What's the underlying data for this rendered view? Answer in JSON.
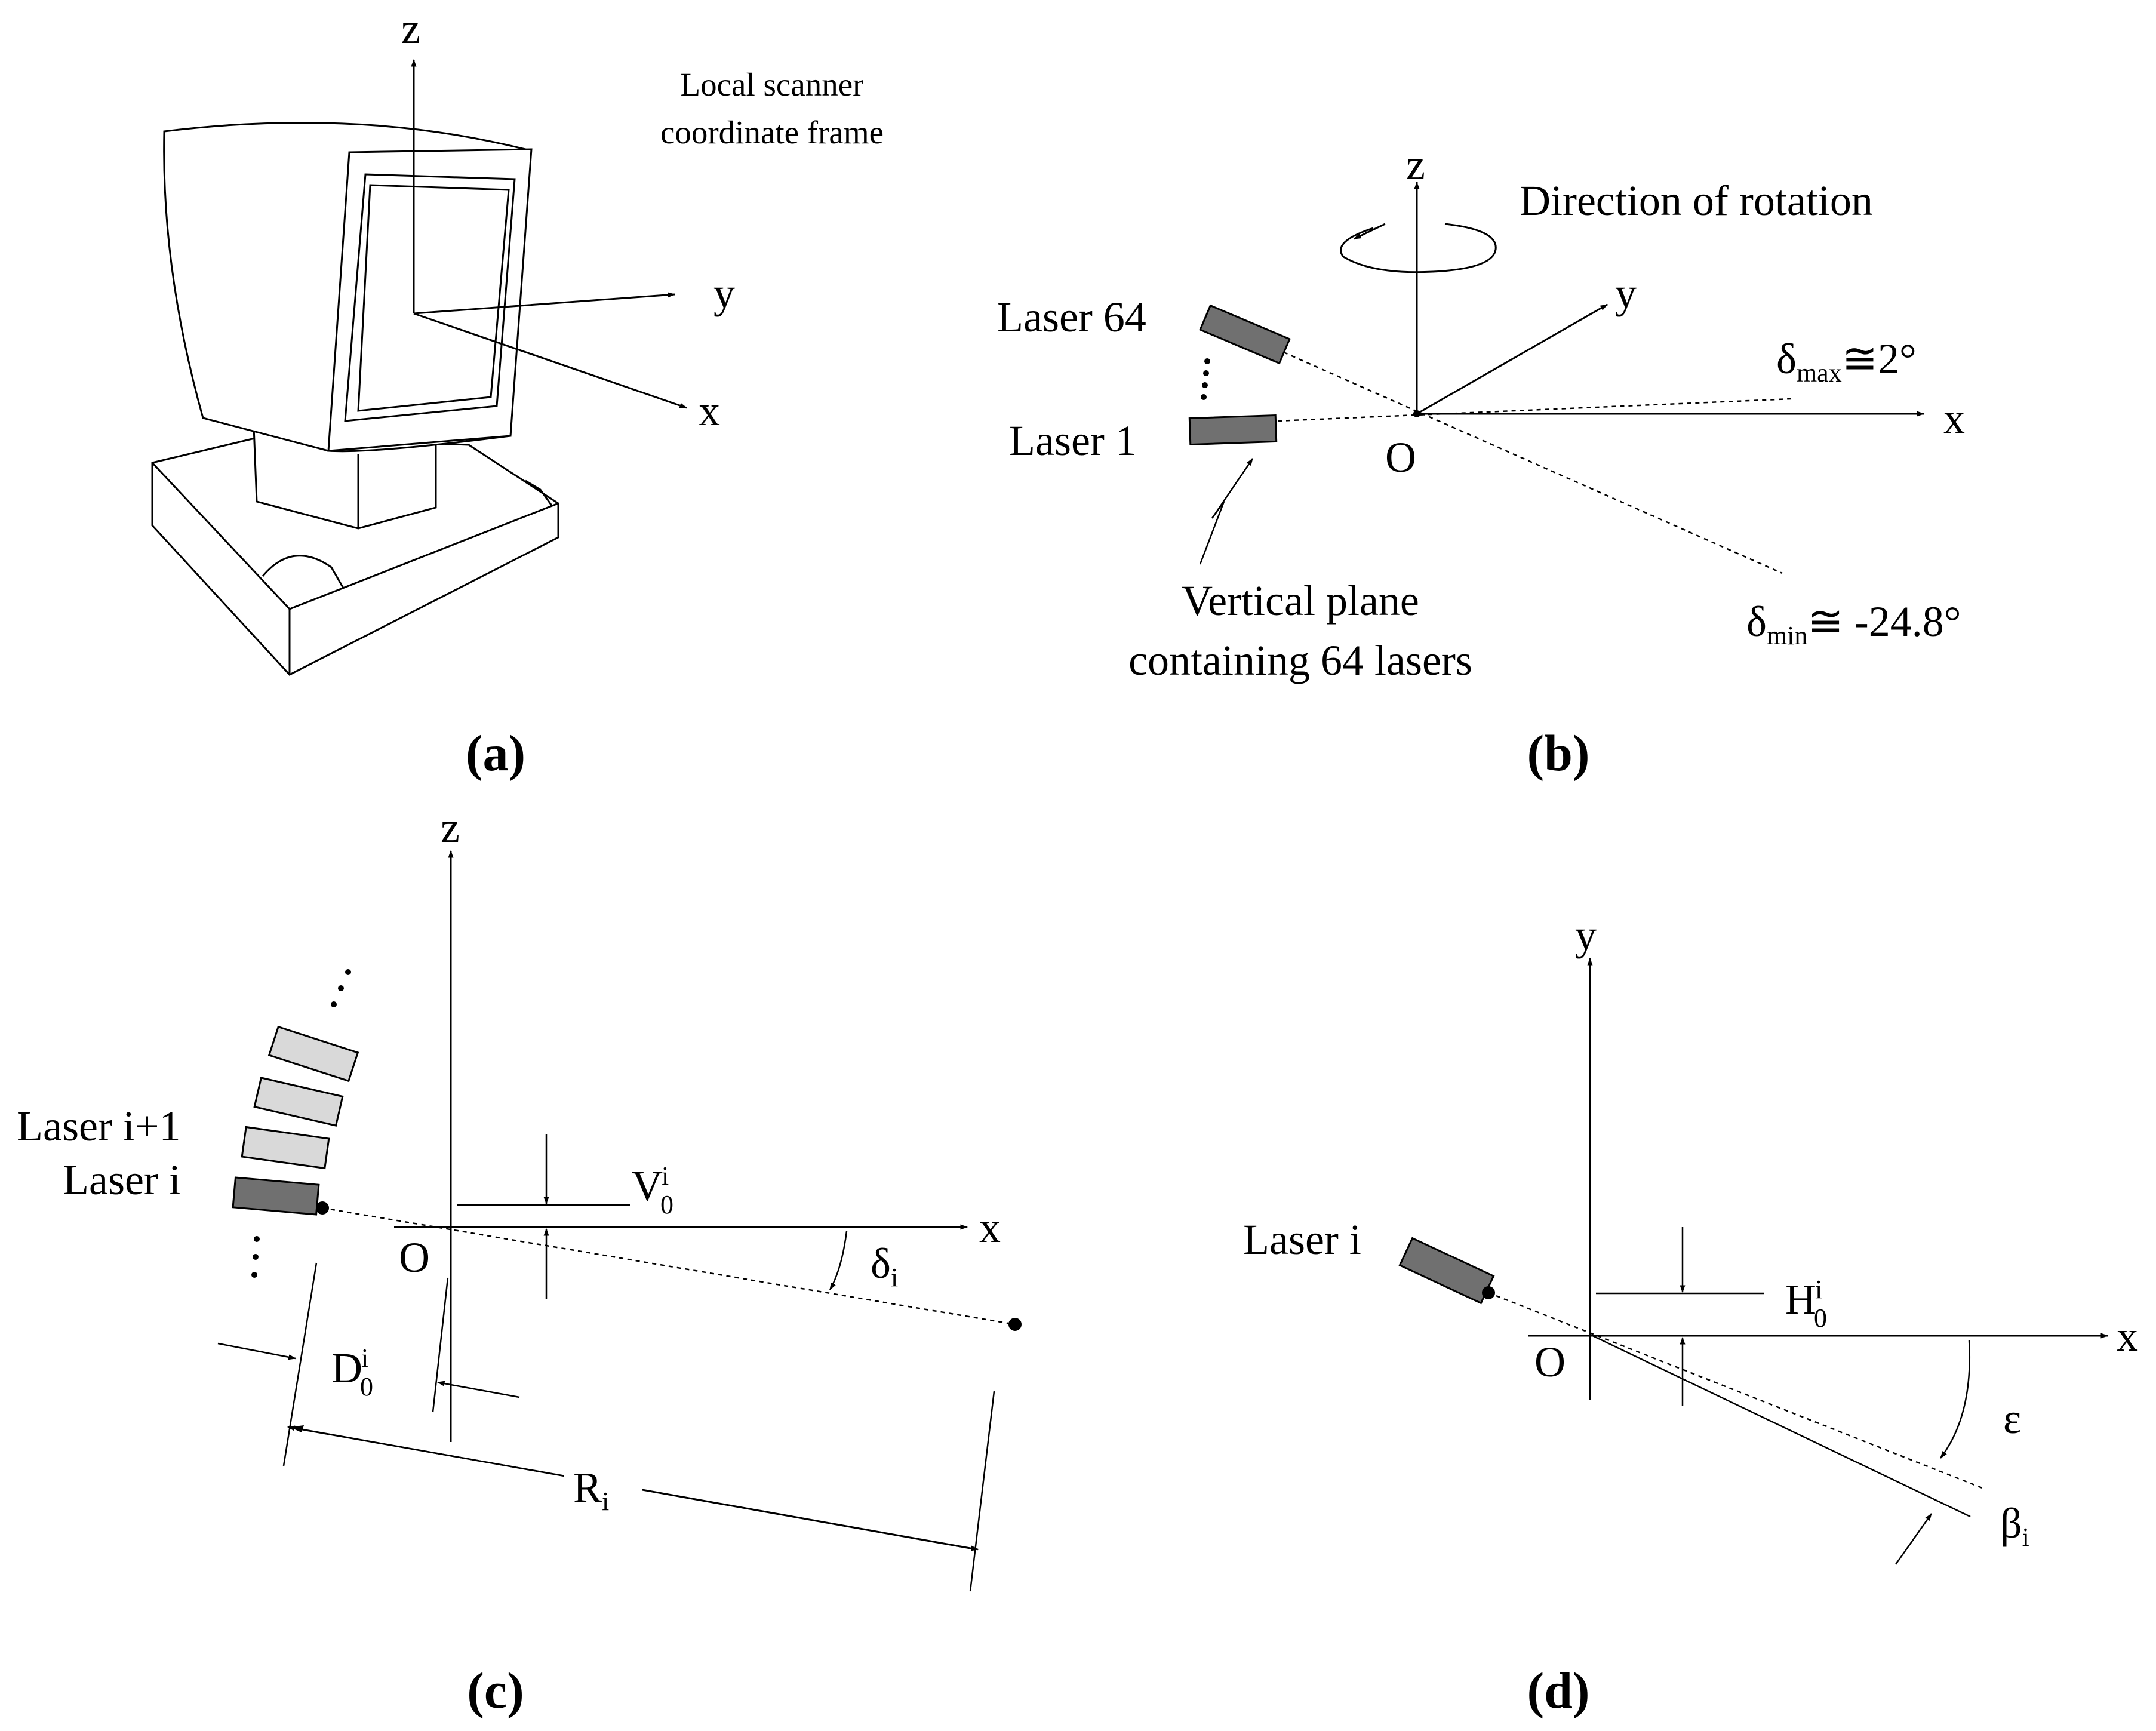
{
  "panel_a": {
    "caption": "(a)",
    "frame_label_line1": "Local scanner",
    "frame_label_line2": "coordinate frame",
    "axis_z": "z",
    "axis_y": "y",
    "axis_x": "x"
  },
  "panel_b": {
    "caption": "(b)",
    "axis_z": "z",
    "axis_y": "y",
    "axis_x": "x",
    "origin": "O",
    "rotation_label": "Direction of rotation",
    "laser_top": "Laser 64",
    "laser_bottom": "Laser 1",
    "plane_line1": "Vertical plane",
    "plane_line2": "containing 64 lasers",
    "delta_symbol": "δ",
    "delta_max_sub": "max",
    "delta_max_value": "≅2°",
    "delta_min_sub": "min",
    "delta_min_value": "≅ -24.8°"
  },
  "panel_c": {
    "caption": "(c)",
    "axis_z": "z",
    "axis_x": "x",
    "origin": "O",
    "laser_next": "Laser i+1",
    "laser_i": "Laser i",
    "v_symbol": "V",
    "v_sub": "0",
    "v_sup": "i",
    "delta_symbol": "δ",
    "delta_sub": "i",
    "d_symbol": "D",
    "d_sub": "0",
    "d_sup": "i",
    "r_symbol": "R",
    "r_sub": "i"
  },
  "panel_d": {
    "caption": "(d)",
    "axis_y": "y",
    "axis_x": "x",
    "origin": "O",
    "laser_i": "Laser i",
    "h_symbol": "H",
    "h_sub": "0",
    "h_sup": "i",
    "epsilon": "ε",
    "beta_symbol": "β",
    "beta_sub": "i"
  }
}
